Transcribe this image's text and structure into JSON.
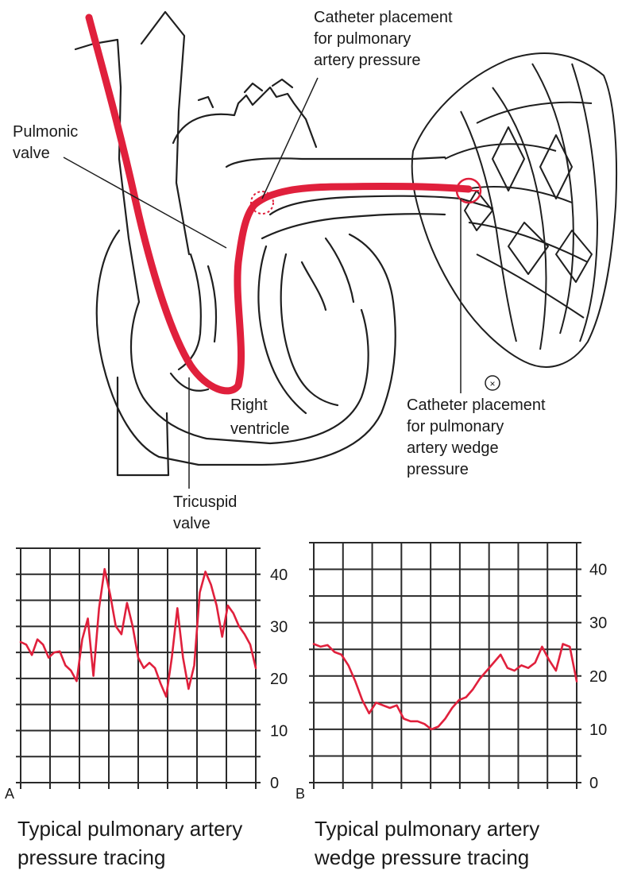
{
  "diagram": {
    "labels": {
      "pa_catheter": [
        "Catheter placement",
        "for pulmonary",
        "artery pressure"
      ],
      "pulmonic_valve": [
        "Pulmonic",
        "valve"
      ],
      "right_ventricle": [
        "Right",
        "ventricle"
      ],
      "tricuspid_valve": [
        "Tricuspid",
        "valve"
      ],
      "wedge_catheter": [
        "Catheter placement",
        "for pulmonary",
        "artery wedge",
        "pressure"
      ]
    },
    "catheter_color": "#e0203c"
  },
  "tracings": [
    {
      "panel_letter": "A",
      "caption": [
        "Typical pulmonary artery",
        "pressure tracing"
      ],
      "y_ticks": [
        "40",
        "30",
        "20",
        "10",
        "0"
      ],
      "ylim": [
        0,
        45
      ],
      "trace_color": "#e0203c",
      "values": [
        27,
        26.5,
        24.5,
        27.5,
        26.5,
        24,
        25,
        25.2,
        22.5,
        21.5,
        19.5,
        27.5,
        31.5,
        20.5,
        33.5,
        41,
        36,
        30,
        28.5,
        34.5,
        30,
        24,
        22,
        23,
        22,
        19,
        16.5,
        24,
        33.5,
        24,
        18,
        22.5,
        36.5,
        40.5,
        38,
        34,
        28,
        34,
        32.5,
        30,
        28.5,
        26.5,
        22
      ]
    },
    {
      "panel_letter": "B",
      "caption": [
        "Typical pulmonary artery",
        "wedge pressure tracing"
      ],
      "y_ticks": [
        "40",
        "30",
        "20",
        "10",
        "0"
      ],
      "ylim": [
        0,
        45
      ],
      "trace_color": "#e0203c",
      "values": [
        26,
        25.5,
        25.8,
        24.5,
        24,
        22,
        19,
        15.5,
        13,
        15,
        14.5,
        14,
        14.5,
        12,
        11.5,
        11.5,
        11,
        10,
        10.5,
        12,
        14,
        15.5,
        16,
        17.5,
        19.5,
        21,
        22.5,
        24,
        21.5,
        21,
        22,
        21.5,
        22.5,
        25.5,
        23,
        21,
        26,
        25.5,
        19
      ]
    }
  ]
}
